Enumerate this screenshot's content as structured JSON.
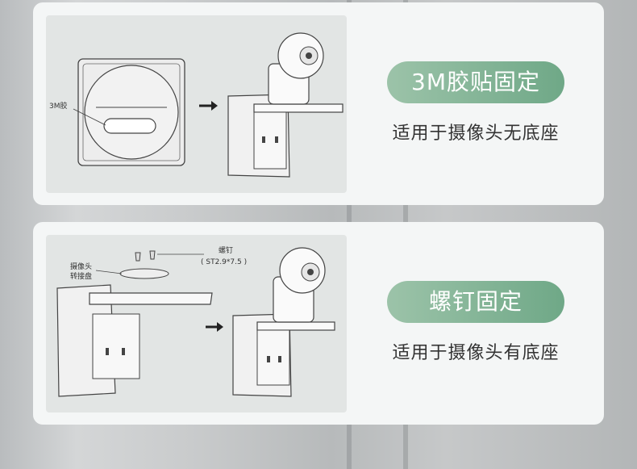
{
  "cards": [
    {
      "badge": "3M胶贴固定",
      "caption": "适用于摄像头无底座",
      "illustration": {
        "glue_label": "3M胶"
      }
    },
    {
      "badge": "螺钉固定",
      "caption": "适用于摄像头有底座",
      "illustration": {
        "screw_label": "螺钉",
        "screw_spec": "( ST2.9*7.5 )",
        "adapter_label_line1": "摄像头",
        "adapter_label_line2": "转接盘"
      }
    }
  ],
  "colors": {
    "badge_start": "#9cc3a9",
    "badge_end": "#6fa887",
    "card_bg": "#f4f6f6",
    "illus_bg": "#e2e5e4"
  }
}
